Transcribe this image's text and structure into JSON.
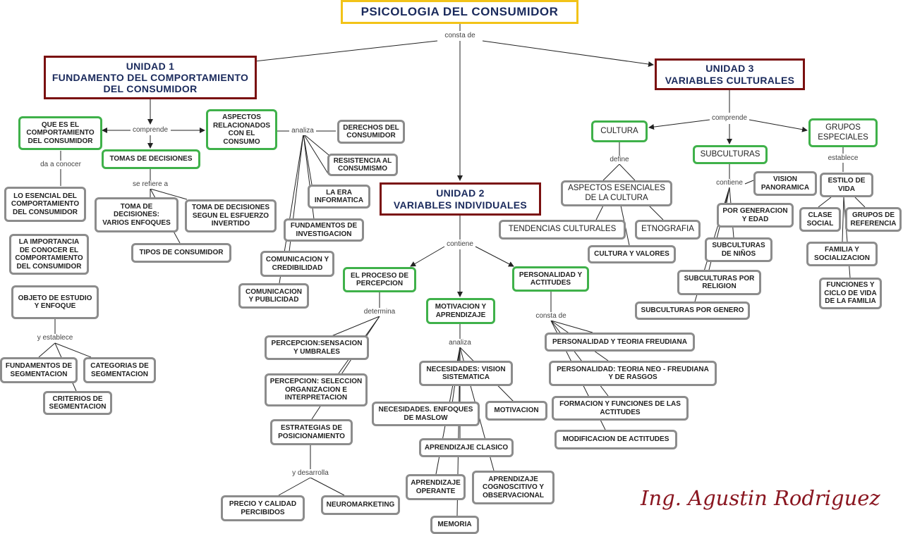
{
  "title": "PSICOLOGIA DEL CONSUMIDOR",
  "labels": {
    "consta_de": "consta de",
    "comprende_u1": "comprende",
    "analiza_u1": "analiza",
    "da_a_conocer": "da a conocer",
    "se_refiere_a": "se refiere a",
    "y_establece": "y establece",
    "comprende_u3": "comprende",
    "define": "define",
    "contiene_u3": "contiene",
    "establece": "establece",
    "contiene_u2": "contiene",
    "determina": "determina",
    "analiza_u2": "analiza",
    "consta_de_u2": "consta de",
    "y_desarrolla": "y desarrolla"
  },
  "unidad1": {
    "line1": "UNIDAD 1",
    "line2": "FUNDAMENTO DEL COMPORTAMIENTO",
    "line3": "DEL CONSUMIDOR",
    "que_es": "QUE ES EL COMPORTAMIENTO DEL CONSUMIDOR",
    "aspectos": "ASPECTOS RELACIONADOS CON EL CONSUMO",
    "tomas": "TOMAS DE DECISIONES",
    "derechos": "DERECHOS DEL CONSUMIDOR",
    "resistencia": "RESISTENCIA AL CONSUMISMO",
    "era": "LA ERA INFORMATICA",
    "fundamentos_inv": "FUNDAMENTOS DE INVESTIGACION",
    "comunicacion_cred": "COMUNICACION Y CREDIBILIDAD",
    "comunicacion_pub": "COMUNICACION Y PUBLICIDAD",
    "toma_enfoques": "TOMA DE DECISIONES: VARIOS ENFOQUES",
    "toma_esfuerzo": "TOMA DE DECISIONES SEGUN EL ESFUERZO INVERTIDO",
    "tipos": "TIPOS DE CONSUMIDOR",
    "esencial": "LO ESENCIAL DEL COMPORTAMIENTO DEL CONSUMIDOR",
    "importancia": "LA IMPORTANCIA DE CONOCER EL COMPORTAMIENTO DEL CONSUMIDOR",
    "objeto": "OBJETO DE ESTUDIO Y ENFOQUE",
    "fund_seg": "FUNDAMENTOS DE SEGMENTACION",
    "cat_seg": "CATEGORIAS DE SEGMENTACION",
    "crit_seg": "CRITERIOS DE SEGMENTACION"
  },
  "unidad2": {
    "line1": "UNIDAD 2",
    "line2": "VARIABLES INDIVIDUALES",
    "proceso": "EL PROCESO DE PERCEPCION",
    "motivacion_ap": "MOTIVACION Y APRENDIZAJE",
    "personalidad_act": "PERSONALIDAD Y ACTITUDES",
    "percepcion_sens": "PERCEPCION:SENSACION Y UMBRALES",
    "percepcion_sel": "PERCEPCION: SELECCION ORGANIZACION E INTERPRETACION",
    "estrategias": "ESTRATEGIAS DE POSICIONAMIENTO",
    "precio": "PRECIO Y CALIDAD PERCIBIDOS",
    "neuro": "NEUROMARKETING",
    "necesidades_vis": "NECESIDADES: VISION SISTEMATICA",
    "necesidades_mas": "NECESIDADES. ENFOQUES DE MASLOW",
    "motivacion": "MOTIVACION",
    "ap_clasico": "APRENDIZAJE CLASICO",
    "ap_operante": "APRENDIZAJE OPERANTE",
    "ap_cogn": "APRENDIZAJE COGNOSCITIVO Y OBSERVACIONAL",
    "memoria": "MEMORIA",
    "pers_freud": "PERSONALIDAD Y TEORIA FREUDIANA",
    "pers_neo": "PERSONALIDAD: TEORIA NEO - FREUDIANA Y DE RASGOS",
    "formacion": "FORMACION Y FUNCIONES DE LAS ACTITUDES",
    "modificacion": "MODIFICACION DE ACTITUDES"
  },
  "unidad3": {
    "line1": "UNIDAD 3",
    "line2": "VARIABLES CULTURALES",
    "cultura": "CULTURA",
    "subculturas": "SUBCULTURAS",
    "grupos_esp": "GRUPOS ESPECIALES",
    "aspectos_esc": "ASPECTOS ESENCIALES DE LA CULTURA",
    "tendencias": "TENDENCIAS CULTURALES",
    "etnografia": "ETNOGRAFIA",
    "cultura_valores": "CULTURA Y VALORES",
    "vision_pan": "VISION PANORAMICA",
    "generacion": "POR GENERACION Y EDAD",
    "ninos": "SUBCULTURAS DE NIÑOS",
    "religion": "SUBCULTURAS POR RELIGION",
    "genero": "SUBCULTURAS POR GENERO",
    "estilo": "ESTILO DE VIDA",
    "clase": "CLASE SOCIAL",
    "grupos_ref": "GRUPOS DE REFERENCIA",
    "familia": "FAMILIA Y SOCIALIZACION",
    "funciones": "FUNCIONES Y CICLO DE VIDA DE LA FAMILIA"
  },
  "signature": "Ing. Agustin Rodriguez",
  "colors": {
    "title_border": "#f2c318",
    "unit_border": "#7a1010",
    "green_border": "#3fb14a",
    "gray_border": "#8c8c8c",
    "signature": "#8a1620"
  }
}
